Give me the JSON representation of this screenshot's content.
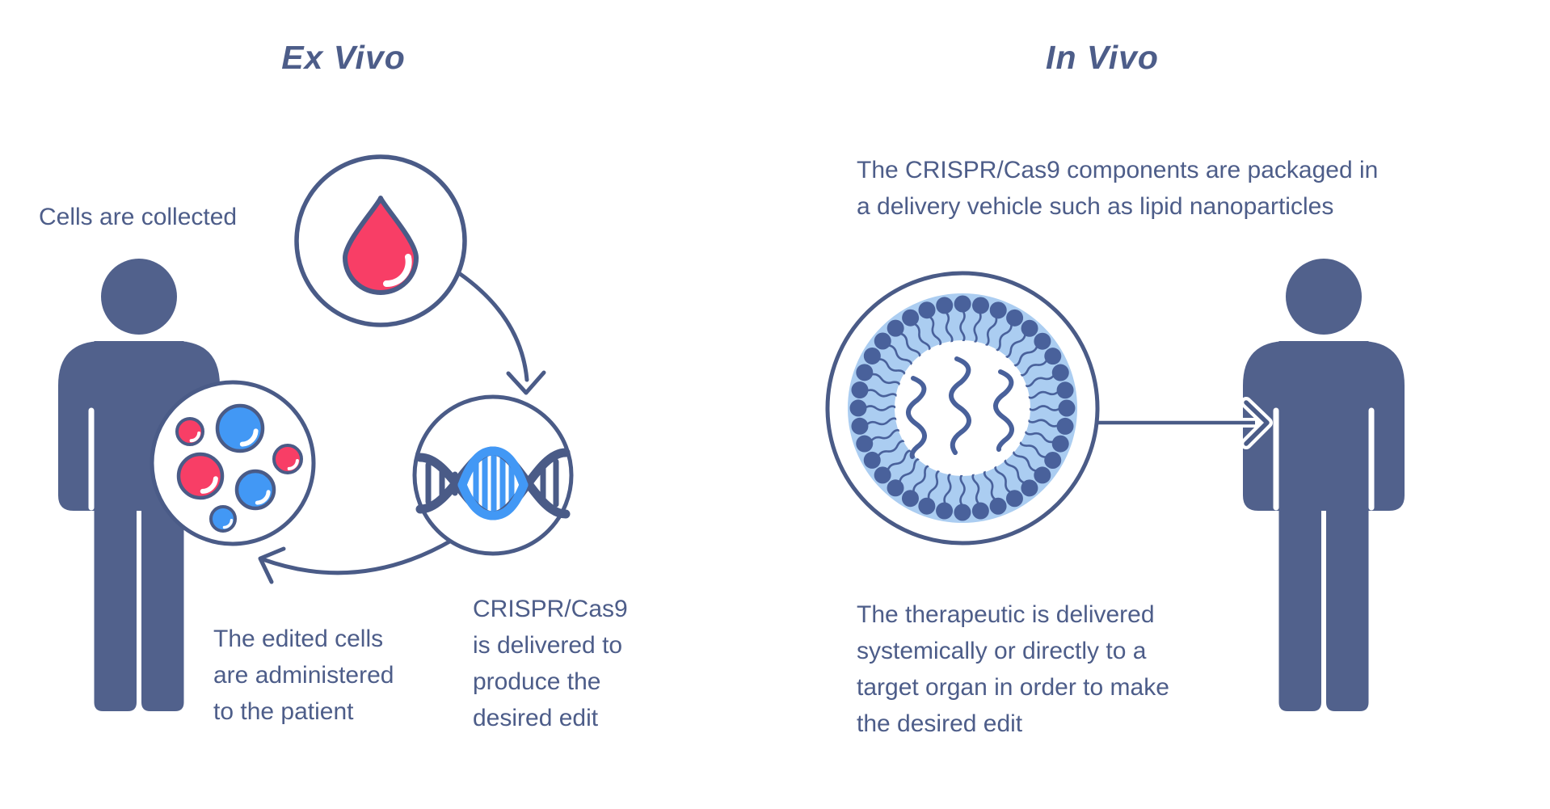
{
  "ex_vivo": {
    "title": "Ex Vivo",
    "collect_label": "Cells are collected",
    "crispr_lines": [
      "CRISPR/Cas9",
      "is delivered to",
      "produce the",
      "desired edit"
    ],
    "edited_lines": [
      "The edited cells",
      "are administered",
      "to the patient"
    ]
  },
  "in_vivo": {
    "title": "In Vivo",
    "packaged_lines": [
      "The CRISPR/Cas9 components are packaged in",
      "a delivery vehicle such as lipid nanoparticles"
    ],
    "delivered_lines": [
      "The therapeutic is delivered",
      "systemically or directly to a",
      "target organ in order to make",
      "the desired edit"
    ]
  },
  "icons": {
    "left": [
      "person-icon",
      "blood-drop-icon",
      "dna-helix-icon",
      "petri-dish-icon",
      "curved-arrow-down-icon",
      "curved-arrow-left-icon"
    ],
    "right": [
      "lipid-nanoparticle-icon",
      "arrow-right-icon",
      "person-icon"
    ]
  },
  "colors": {
    "ink": "#4d5d89",
    "figure": "#51618c",
    "outline": "#4a5b87",
    "pink": "#f83e66",
    "blue": "#4298f5",
    "light_blue": "#abcdf1",
    "lipid": "#49619b",
    "bg": "#ffffff"
  }
}
